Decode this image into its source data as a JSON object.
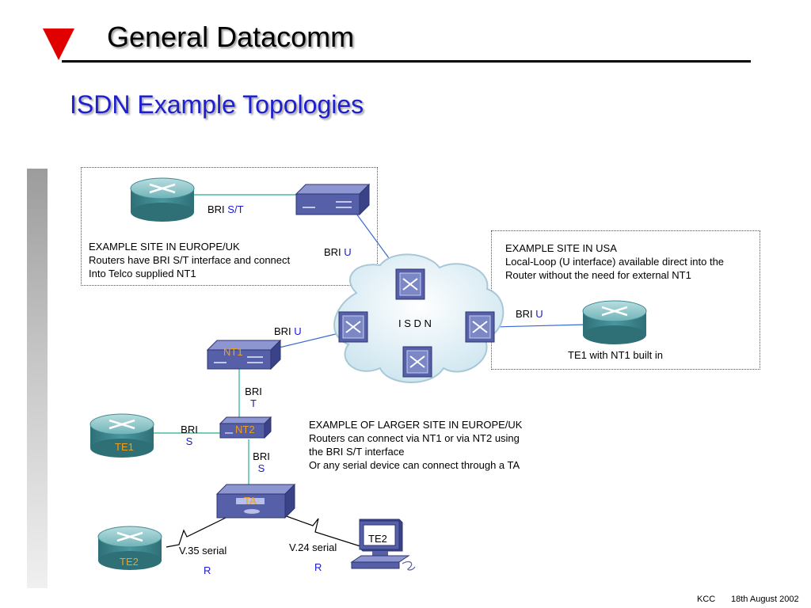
{
  "slide": {
    "title": "General Datacomm",
    "subtitle": "ISDN Example Topologies",
    "footer_left": "KCC",
    "footer_right": "18th August 2002"
  },
  "europe_site": {
    "bri_st_word": "BRI",
    "bri_st_iface": "S/T",
    "bri_u_word": "BRI",
    "bri_u_iface": "U",
    "text_lines": [
      "EXAMPLE SITE IN EUROPE/UK",
      "Routers have BRI S/T interface and connect",
      "Into Telco supplied NT1"
    ]
  },
  "usa_site": {
    "text_lines": [
      "EXAMPLE SITE IN USA",
      "Local-Loop (U interface) available direct into the",
      "Router without the need for external NT1"
    ],
    "bri_word": "BRI",
    "bri_iface": "U",
    "router_caption": "TE1 with NT1 built in"
  },
  "isdn_cloud": {
    "label": "I S D N"
  },
  "larger_site": {
    "bri_u_word": "BRI",
    "bri_u_iface": "U",
    "nt1_label": "NT1",
    "bri_t_word": "BRI",
    "bri_t_iface": "T",
    "nt2_label": "NT2",
    "te1_label": "TE1",
    "bri_s_left_word": "BRI",
    "bri_s_left_iface": "S",
    "bri_s_down_word": "BRI",
    "bri_s_down_iface": "S",
    "ta_label": "TA",
    "te2_router_label": "TE2",
    "te2_pc_label": "TE2",
    "v35_label": "V.35 serial",
    "v35_r": "R",
    "v24_label": "V.24 serial",
    "v24_r": "R",
    "text_lines": [
      "EXAMPLE OF LARGER SITE IN EUROPE/UK",
      "Routers can connect via NT1 or via NT2 using",
      "the BRI S/T interface",
      "Or any serial device can connect through a TA"
    ]
  },
  "colors": {
    "title_marker": "#e00000",
    "subtitle": "#1f1fd0",
    "interface": "#1a1acc",
    "device_label": "#f0a020",
    "router_body": "#3f8a92",
    "nt_body": "#5560a8",
    "cloud": "#d7ecf4",
    "link_teal": "#20b090",
    "link_blue": "#3a6ad0"
  }
}
